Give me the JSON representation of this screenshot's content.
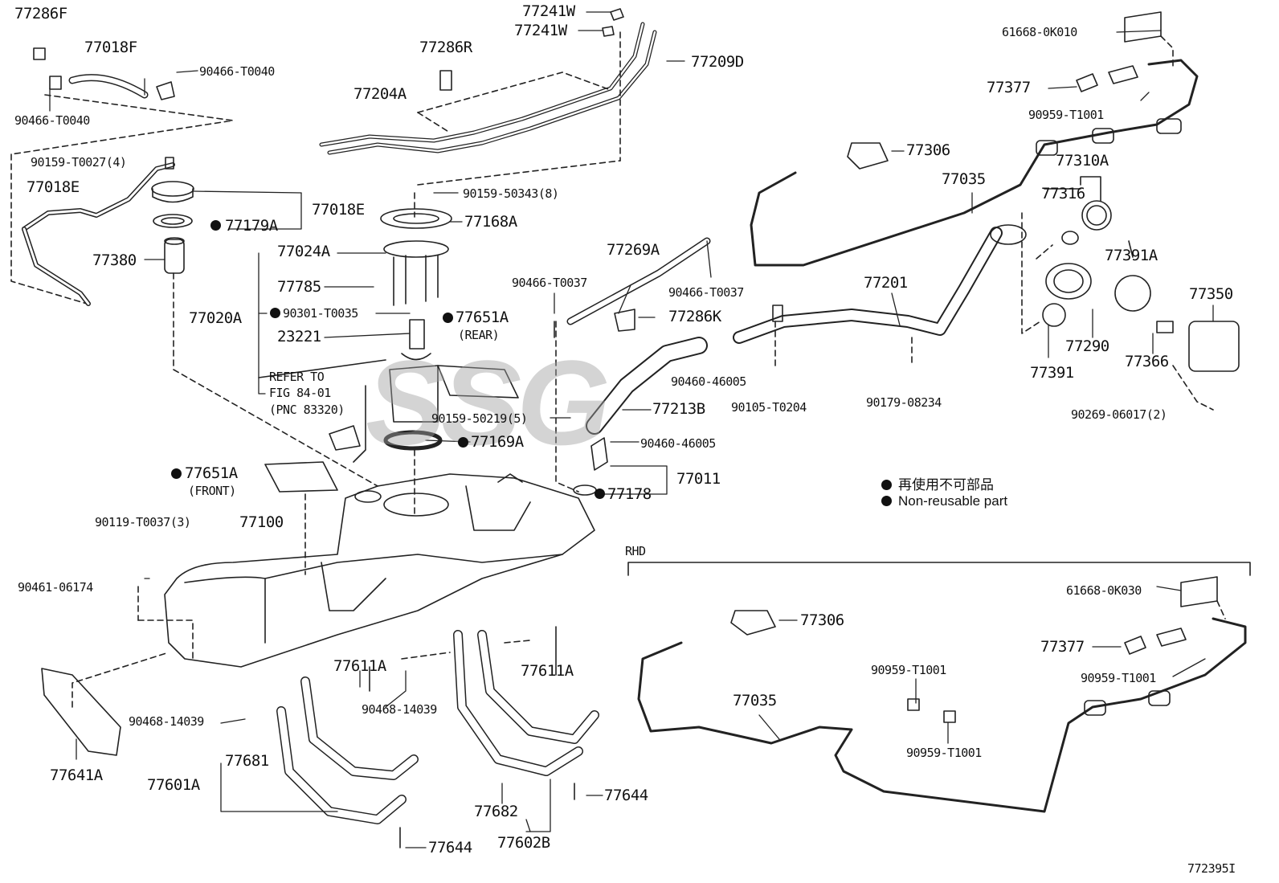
{
  "diagram_id": "772395I",
  "watermark": "SSG",
  "rhd_label": "RHD",
  "legend": {
    "jp": "再使用不可部品",
    "en": "Non-reusable part"
  },
  "refer_text": {
    "line1": "REFER TO",
    "line2": "FIG 84-01",
    "line3": "(PNC 83320)"
  },
  "notes": {
    "rear": "(REAR)",
    "front": "(FRONT)"
  },
  "parts": [
    "77286F",
    "77018F",
    "90466-T0040",
    "90466-T0040",
    "90159-T0027(4)",
    "77018E",
    "77018E",
    "77179A",
    "77380",
    "77241W",
    "77241W",
    "77286R",
    "77209D",
    "77204A",
    "90159-50343(8)",
    "77168A",
    "77024A",
    "77785",
    "77020A",
    "90301-T0035",
    "23221",
    "77651A",
    "77169A",
    "90159-50219(5)",
    "77651A",
    "77100",
    "90119-T0037(3)",
    "90461-06174",
    "77269A",
    "90466-T0037",
    "90466-T0037",
    "77286K",
    "77213B",
    "90460-46005",
    "90460-46005",
    "77011",
    "77178",
    "61668-0K010",
    "77377",
    "90959-T1001",
    "77306",
    "77035",
    "77310A",
    "77316",
    "77391A",
    "77201",
    "77350",
    "90105-T0204",
    "90179-08234",
    "77290",
    "77366",
    "77391",
    "90269-06017(2)",
    "61668-0K030",
    "77306",
    "77377",
    "90959-T1001",
    "90959-T1001",
    "90959-T1001",
    "77035",
    "77611A",
    "77611A",
    "90468-14039",
    "90468-14039",
    "77641A",
    "77681",
    "77601A",
    "77682",
    "77644",
    "77644",
    "77602B"
  ]
}
